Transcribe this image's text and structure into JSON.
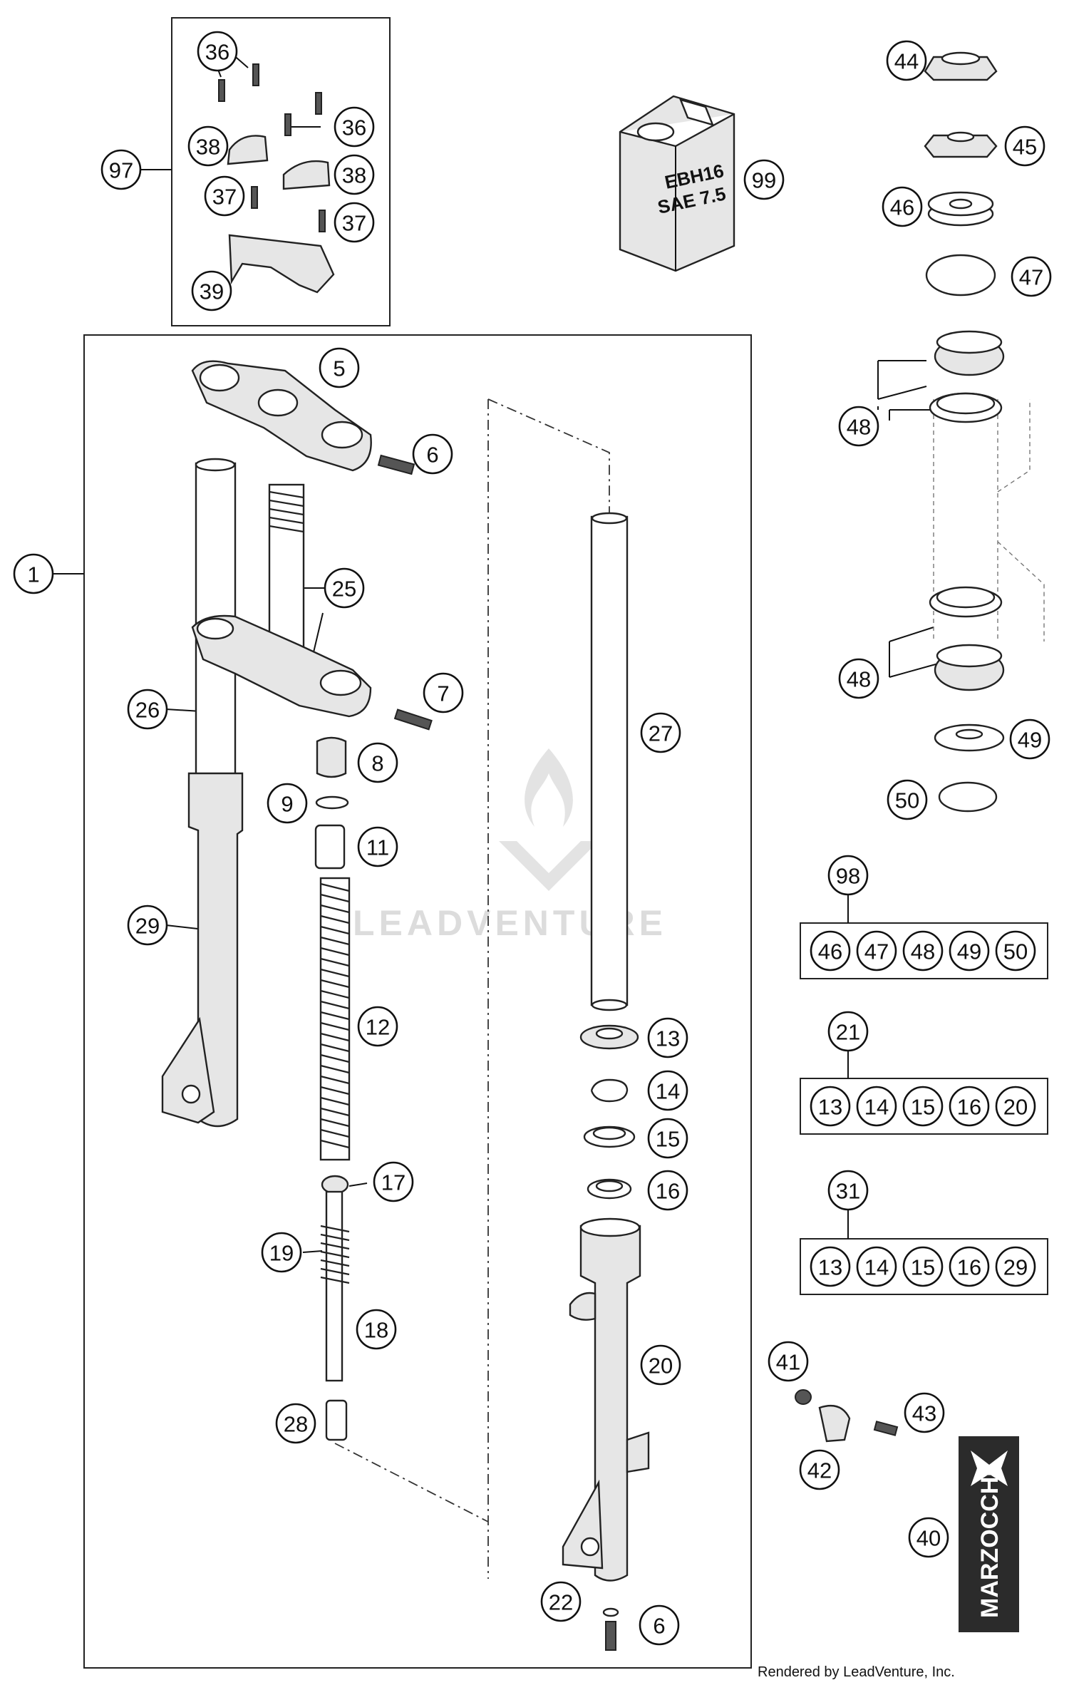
{
  "oil_can": {
    "line1": "EBH16",
    "line2": "SAE 7.5"
  },
  "logo": {
    "brand": "MARZOCCHI"
  },
  "watermark": {
    "text": "LEADVENTURE"
  },
  "credit": "Rendered by LeadVenture, Inc.",
  "callouts": [
    {
      "id": "c97",
      "label": "97"
    },
    {
      "id": "c36a",
      "label": "36"
    },
    {
      "id": "c36b",
      "label": "36"
    },
    {
      "id": "c38a",
      "label": "38"
    },
    {
      "id": "c38b",
      "label": "38"
    },
    {
      "id": "c37a",
      "label": "37"
    },
    {
      "id": "c37b",
      "label": "37"
    },
    {
      "id": "c39",
      "label": "39"
    },
    {
      "id": "c99",
      "label": "99"
    },
    {
      "id": "c44",
      "label": "44"
    },
    {
      "id": "c45",
      "label": "45"
    },
    {
      "id": "c46",
      "label": "46"
    },
    {
      "id": "c47",
      "label": "47"
    },
    {
      "id": "c48a",
      "label": "48"
    },
    {
      "id": "c48b",
      "label": "48"
    },
    {
      "id": "c49",
      "label": "49"
    },
    {
      "id": "c50",
      "label": "50"
    },
    {
      "id": "c98",
      "label": "98"
    },
    {
      "id": "c21",
      "label": "21"
    },
    {
      "id": "c31",
      "label": "31"
    },
    {
      "id": "c41",
      "label": "41"
    },
    {
      "id": "c42",
      "label": "42"
    },
    {
      "id": "c43",
      "label": "43"
    },
    {
      "id": "c40",
      "label": "40"
    },
    {
      "id": "c1",
      "label": "1"
    },
    {
      "id": "c5",
      "label": "5"
    },
    {
      "id": "c6a",
      "label": "6"
    },
    {
      "id": "c25",
      "label": "25"
    },
    {
      "id": "c7",
      "label": "7"
    },
    {
      "id": "c26",
      "label": "26"
    },
    {
      "id": "c8",
      "label": "8"
    },
    {
      "id": "c9",
      "label": "9"
    },
    {
      "id": "c11",
      "label": "11"
    },
    {
      "id": "c29",
      "label": "29"
    },
    {
      "id": "c12",
      "label": "12"
    },
    {
      "id": "c17",
      "label": "17"
    },
    {
      "id": "c19",
      "label": "19"
    },
    {
      "id": "c18",
      "label": "18"
    },
    {
      "id": "c28",
      "label": "28"
    },
    {
      "id": "c27",
      "label": "27"
    },
    {
      "id": "c13",
      "label": "13"
    },
    {
      "id": "c14",
      "label": "14"
    },
    {
      "id": "c15",
      "label": "15"
    },
    {
      "id": "c16",
      "label": "16"
    },
    {
      "id": "c20",
      "label": "20"
    },
    {
      "id": "c22",
      "label": "22"
    },
    {
      "id": "c6b",
      "label": "6"
    }
  ],
  "kits": [
    {
      "id": "kit98",
      "items": [
        "46",
        "47",
        "48",
        "49",
        "50"
      ]
    },
    {
      "id": "kit21",
      "items": [
        "13",
        "14",
        "15",
        "16",
        "20"
      ]
    },
    {
      "id": "kit31",
      "items": [
        "13",
        "14",
        "15",
        "16",
        "29"
      ]
    }
  ]
}
